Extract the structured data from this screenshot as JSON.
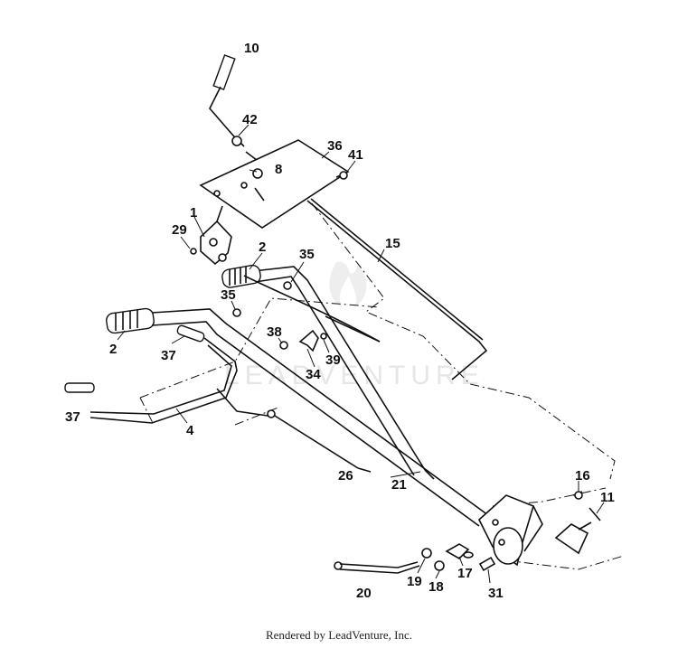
{
  "watermark": {
    "text": "LEADVENTURE"
  },
  "footer": "Rendered by LeadVenture, Inc.",
  "callouts": {
    "c10": "10",
    "c42": "42",
    "c36": "36",
    "c8": "8",
    "c41": "41",
    "c1": "1",
    "c29": "29",
    "c15": "15",
    "c2a": "2",
    "c35a": "35",
    "c35b": "35",
    "c2b": "2",
    "c37a": "37",
    "c38": "38",
    "c39": "39",
    "c34": "34",
    "c37b": "37",
    "c4": "4",
    "c26": "26",
    "c21": "21",
    "c16": "16",
    "c11": "11",
    "c20": "20",
    "c19": "19",
    "c18": "18",
    "c17": "17",
    "c31": "31"
  }
}
